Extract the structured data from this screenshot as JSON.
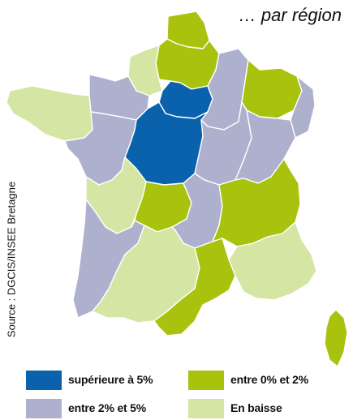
{
  "title": "… par région",
  "source": "Source : DGCIS/INSEE Bretagne",
  "colors": {
    "dark_blue": "#0a62ad",
    "lavender": "#aeb1cd",
    "green": "#a9c20e",
    "pale_green": "#d4e5a4",
    "border": "#ffffff"
  },
  "legend": [
    {
      "label": "supérieure à 5%",
      "color": "#0a62ad"
    },
    {
      "label": "entre 0% et  2%",
      "color": "#a9c20e"
    },
    {
      "label": "entre 2% et 5%",
      "color": "#aeb1cd"
    },
    {
      "label": "En baisse",
      "color": "#d4e5a4"
    }
  ],
  "regions": [
    {
      "name": "Nord-Pas-de-Calais",
      "category": "entre 0% et  2%"
    },
    {
      "name": "Picardie",
      "category": "entre 0% et  2%"
    },
    {
      "name": "Haute-Normandie",
      "category": "En baisse"
    },
    {
      "name": "Basse-Normandie",
      "category": "entre 2% et 5%"
    },
    {
      "name": "Bretagne",
      "category": "En baisse"
    },
    {
      "name": "Île-de-France",
      "category": "supérieure à 5%"
    },
    {
      "name": "Centre",
      "category": "supérieure à 5%"
    },
    {
      "name": "Pays de la Loire",
      "category": "entre 2% et 5%"
    },
    {
      "name": "Champagne-Ardenne",
      "category": "entre 2% et 5%"
    },
    {
      "name": "Lorraine",
      "category": "entre 0% et  2%"
    },
    {
      "name": "Alsace",
      "category": "entre 2% et 5%"
    },
    {
      "name": "Bourgogne",
      "category": "entre 2% et 5%"
    },
    {
      "name": "Franche-Comté",
      "category": "entre 2% et 5%"
    },
    {
      "name": "Poitou-Charentes",
      "category": "En baisse"
    },
    {
      "name": "Limousin",
      "category": "entre 0% et  2%"
    },
    {
      "name": "Auvergne",
      "category": "entre 2% et 5%"
    },
    {
      "name": "Rhône-Alpes",
      "category": "entre 0% et  2%"
    },
    {
      "name": "Aquitaine",
      "category": "entre 2% et 5%"
    },
    {
      "name": "Midi-Pyrénées",
      "category": "En baisse"
    },
    {
      "name": "Languedoc-Roussillon",
      "category": "entre 0% et  2%"
    },
    {
      "name": "Provence-Alpes-Côte d'Azur",
      "category": "En baisse"
    },
    {
      "name": "Corse",
      "category": "entre 0% et  2%"
    }
  ]
}
